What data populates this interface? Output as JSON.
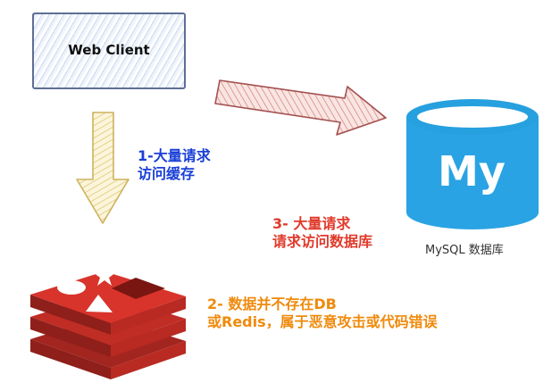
{
  "client": {
    "label": "Web Client"
  },
  "steps": {
    "step1": {
      "line1": "1-大量请求",
      "line2": "访问缓存"
    },
    "step2": {
      "line1": "2- 数据并不存在DB",
      "line2": "或Redis，属于恶意攻击或代码错误"
    },
    "step3": {
      "line1": "3- 大量请求",
      "line2": "请求访问数据库"
    }
  },
  "mysql": {
    "logo_text": "My",
    "caption": "MySQL 数据库"
  },
  "icons": {
    "arrow_client_to_cache": "down-arrow-icon",
    "arrow_client_to_db": "right-arrow-icon",
    "cache": "redis-logo-icon",
    "database": "mysql-database-icon"
  },
  "colors": {
    "step1": "#1a3fd6",
    "step2": "#f08a0c",
    "step3": "#e03a2b",
    "arrow_down": "#e6d49a",
    "arrow_right": "#c26060",
    "redis": "#d8342b",
    "mysql": "#29a3e3"
  }
}
